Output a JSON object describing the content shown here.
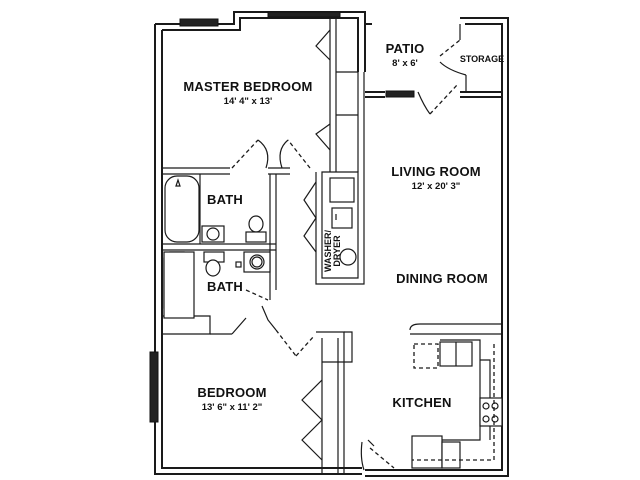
{
  "floor_plan": {
    "rooms": [
      {
        "id": "master-bedroom",
        "name": "MASTER BEDROOM",
        "dimensions": "14' 4\" x 13'"
      },
      {
        "id": "patio",
        "name": "PATIO",
        "dimensions": "8' x 6'"
      },
      {
        "id": "storage",
        "name": "STORAGE",
        "dimensions": ""
      },
      {
        "id": "living-room",
        "name": "LIVING ROOM",
        "dimensions": "12' x 20' 3\""
      },
      {
        "id": "bath-1",
        "name": "BATH",
        "dimensions": ""
      },
      {
        "id": "bath-2",
        "name": "BATH",
        "dimensions": ""
      },
      {
        "id": "dining-room",
        "name": "DINING ROOM",
        "dimensions": ""
      },
      {
        "id": "bedroom",
        "name": "BEDROOM",
        "dimensions": "13' 6\" x 11' 2\""
      },
      {
        "id": "kitchen",
        "name": "KITCHEN",
        "dimensions": ""
      }
    ],
    "laundry_label_line1": "WASHER/",
    "laundry_label_line2": "DRYER",
    "colors": {
      "wall": "#1a1a1a",
      "background": "#ffffff"
    }
  }
}
